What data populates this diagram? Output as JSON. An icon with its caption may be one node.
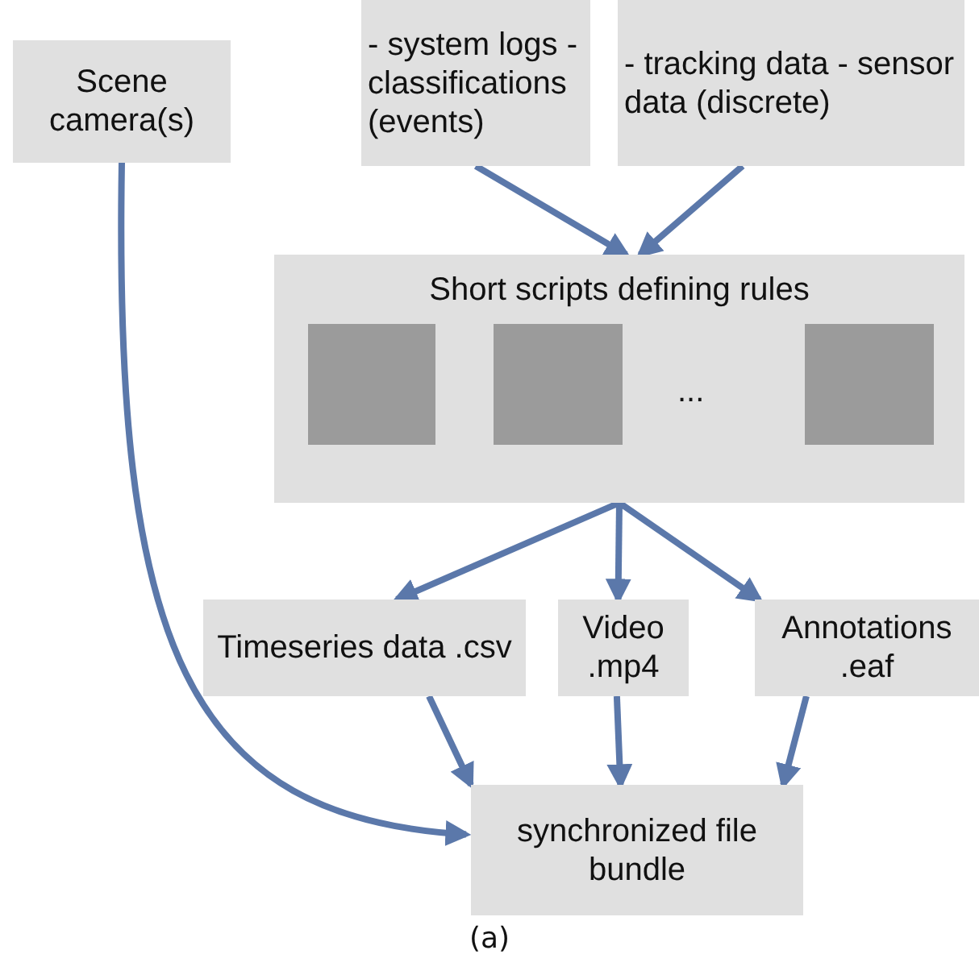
{
  "diagram": {
    "caption": "(a)",
    "nodes": [
      {
        "text": [
          "Scene camera(s)"
        ]
      },
      {
        "text": [
          "- system logs - classifications (events)"
        ]
      },
      {
        "text": [
          "- tracking data - sensor data (discrete)"
        ]
      },
      {
        "text": [
          "Short scripts defining rules"
        ]
      },
      {
        "text": [],
        "shape": "box",
        "in": 3
      },
      {
        "text": [],
        "shape": "box",
        "in": 3
      },
      {
        "text": [],
        "shape": "box",
        "in": 3
      },
      {
        "text": [
          "Timeseries data .csv"
        ]
      },
      {
        "text": [
          "Video .mp4"
        ]
      },
      {
        "text": [
          "Annotations .eaf"
        ]
      },
      {
        "text": [
          "synchronized file bundle"
        ]
      }
    ],
    "edges": [
      {
        "from": 1,
        "to": 3,
        "arrow": "to"
      },
      {
        "from": 2,
        "to": 3,
        "arrow": "to"
      },
      {
        "from": 3,
        "to": 7,
        "arrow": "to"
      },
      {
        "from": 3,
        "to": 8,
        "arrow": "to"
      },
      {
        "from": 3,
        "to": 9,
        "arrow": "to"
      },
      {
        "from": 7,
        "to": 10,
        "arrow": "to"
      },
      {
        "from": 8,
        "to": 10,
        "arrow": "to"
      },
      {
        "from": 9,
        "to": 10,
        "arrow": "to"
      },
      {
        "from": 0,
        "to": 10,
        "arrow": "to"
      }
    ],
    "labels": [
      "..."
    ]
  }
}
